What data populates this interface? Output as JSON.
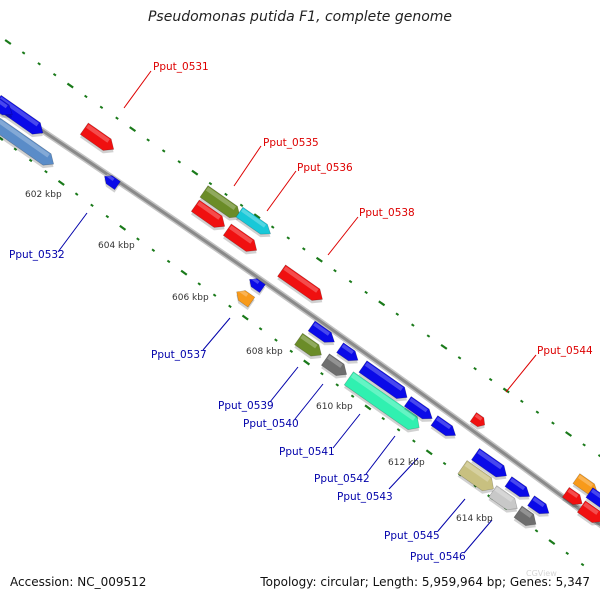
{
  "title": "Pseudomonas putida F1, complete genome",
  "accession": "Accession: NC_009512",
  "topology": "Topology: circular; Length: 5,959,964 bp; Genes: 5,347",
  "watermark": "CGView",
  "colors": {
    "forward_label": "#dd0000",
    "reverse_label": "#0000aa",
    "backbone": "#8a8a8a",
    "tick": "#1a7a1a",
    "red": "#f01010",
    "blue": "#0a0ae8",
    "olive": "#6b8c28",
    "cyan": "#18c8d8",
    "steelblue": "#5a8cc8",
    "orange": "#f89a1a",
    "gray": "#6e6e6e",
    "mint": "#30f0b0",
    "khaki": "#c8c080",
    "silver": "#c8c8c8"
  },
  "kbp_ticks": [
    "602 kbp",
    "604 kbp",
    "606 kbp",
    "608 kbp",
    "610 kbp",
    "612 kbp",
    "614 kbp"
  ],
  "gene_labels": [
    {
      "name": "Pput_0531",
      "strand": "forward"
    },
    {
      "name": "Pput_0535",
      "strand": "forward"
    },
    {
      "name": "Pput_0536",
      "strand": "forward"
    },
    {
      "name": "Pput_0538",
      "strand": "forward"
    },
    {
      "name": "Pput_0544",
      "strand": "forward"
    },
    {
      "name": "Pput_0532",
      "strand": "reverse"
    },
    {
      "name": "Pput_0537",
      "strand": "reverse"
    },
    {
      "name": "Pput_0539",
      "strand": "reverse"
    },
    {
      "name": "Pput_0540",
      "strand": "reverse"
    },
    {
      "name": "Pput_0541",
      "strand": "reverse"
    },
    {
      "name": "Pput_0542",
      "strand": "reverse"
    },
    {
      "name": "Pput_0543",
      "strand": "reverse"
    },
    {
      "name": "Pput_0545",
      "strand": "reverse"
    },
    {
      "name": "Pput_0546",
      "strand": "reverse"
    }
  ]
}
